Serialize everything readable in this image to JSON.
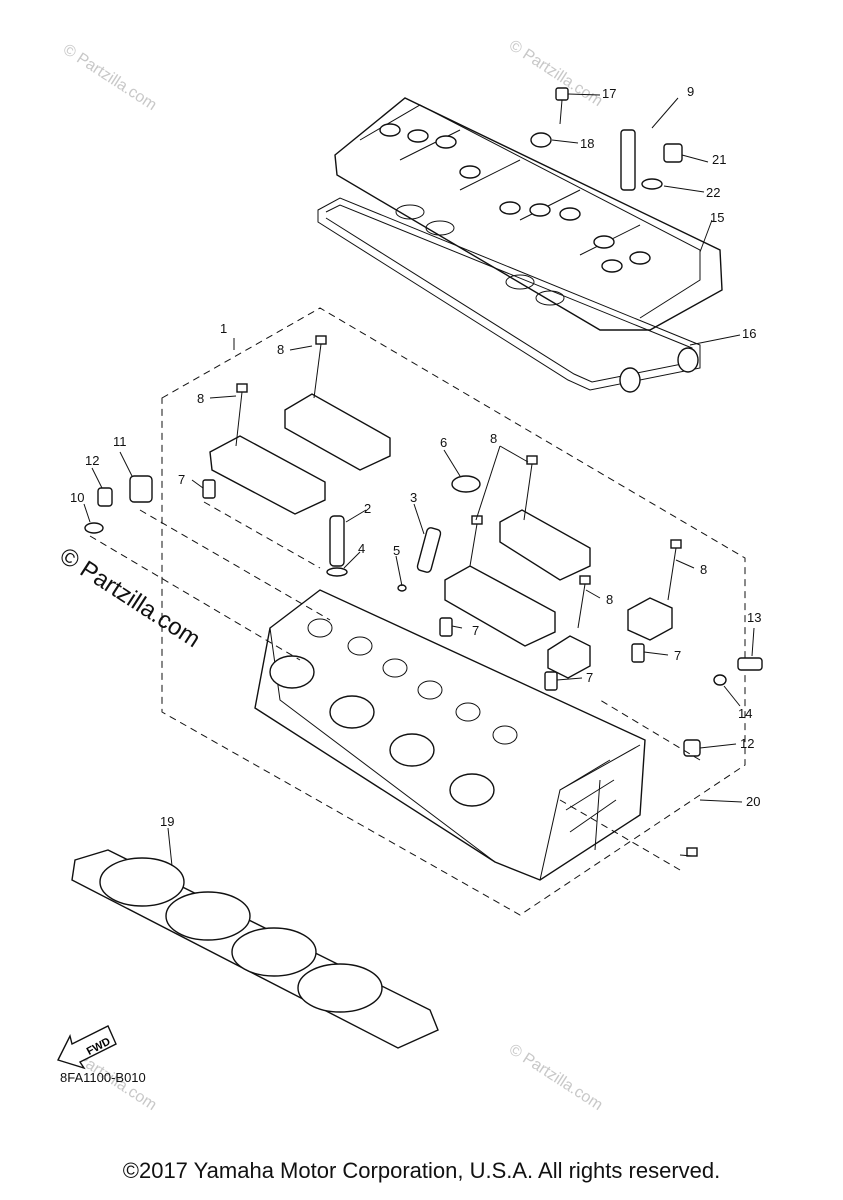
{
  "diagram": {
    "callouts": [
      "1",
      "2",
      "3",
      "4",
      "5",
      "6",
      "7",
      "8",
      "9",
      "10",
      "11",
      "12",
      "13",
      "14",
      "15",
      "16",
      "17",
      "18",
      "19",
      "20",
      "21",
      "22"
    ],
    "fwd_label": "FWD",
    "diagram_code": "8FA1100-B010",
    "copyright": "©2017 Yamaha Motor Corporation, U.S.A. All rights reserved.",
    "watermark": "© Partzilla.com"
  }
}
